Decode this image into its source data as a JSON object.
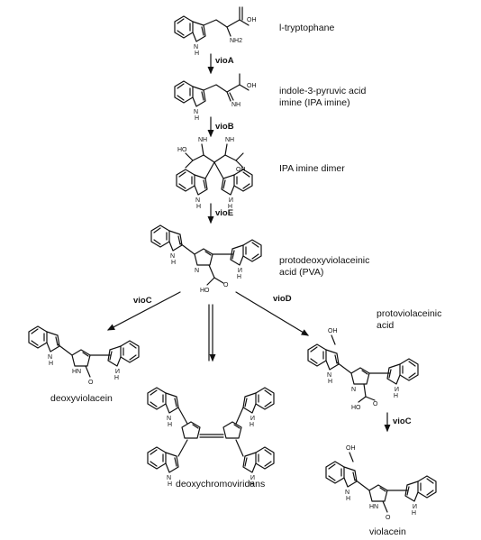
{
  "compounds": {
    "tryptophan": "l-tryptophane",
    "ipa_imine_line1": "indole-3-pyruvic acid",
    "ipa_imine_line2": "imine (IPA imine)",
    "ipa_dimer": "IPA imine dimer",
    "pva_line1": "protodeoxyviolaceinic",
    "pva_line2": "acid (PVA)",
    "protoviolaceinic_line1": "protoviolaceinic",
    "protoviolaceinic_line2": "acid",
    "deoxyviolacein": "deoxyviolacein",
    "deoxychromoviridans": "deoxychromoviridans",
    "violacein": "violacein"
  },
  "enzymes": {
    "a": "vioA",
    "b": "vioB",
    "e": "vioE",
    "c_left": "vioC",
    "d": "vioD",
    "c_right": "vioC"
  },
  "atoms": {
    "oh": "OH",
    "nh2": "NH2",
    "nh": "NH",
    "hn": "HN",
    "h": "H",
    "n": "N",
    "o": "O",
    "ho": "HO"
  }
}
